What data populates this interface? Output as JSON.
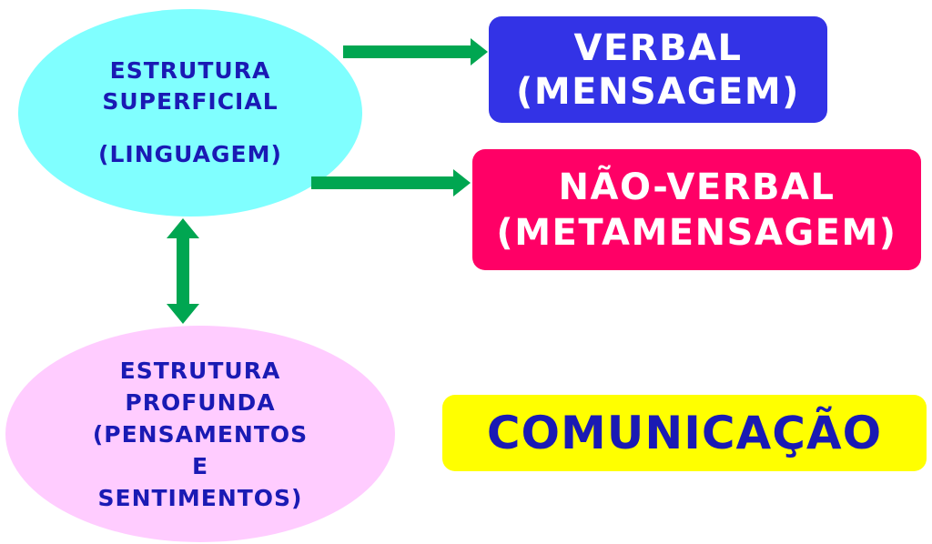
{
  "nodes": {
    "surface": {
      "lines": [
        "ESTRUTURA",
        "SUPERFICIAL"
      ],
      "sub": "(LINGUAGEM)",
      "color": "#80ffff"
    },
    "deep": {
      "lines": [
        "ESTRUTURA",
        "PROFUNDA",
        "(PENSAMENTOS",
        "E",
        "SENTIMENTOS)"
      ],
      "color": "#ffccff"
    },
    "verbal": {
      "lines": [
        "VERBAL",
        "(MENSAGEM)"
      ],
      "color": "#3333e6"
    },
    "nonverbal": {
      "lines": [
        "NÃO-VERBAL",
        "(METAMENSAGEM)"
      ],
      "color": "#ff0066"
    },
    "communication": {
      "label": "COMUNICAÇÃO",
      "color": "#ffff00"
    }
  },
  "arrows": {
    "color": "#00a651",
    "connections": [
      {
        "from": "surface",
        "to": "verbal",
        "type": "single"
      },
      {
        "from": "surface",
        "to": "nonverbal",
        "type": "single"
      },
      {
        "from": "surface",
        "to": "deep",
        "type": "double"
      }
    ]
  }
}
